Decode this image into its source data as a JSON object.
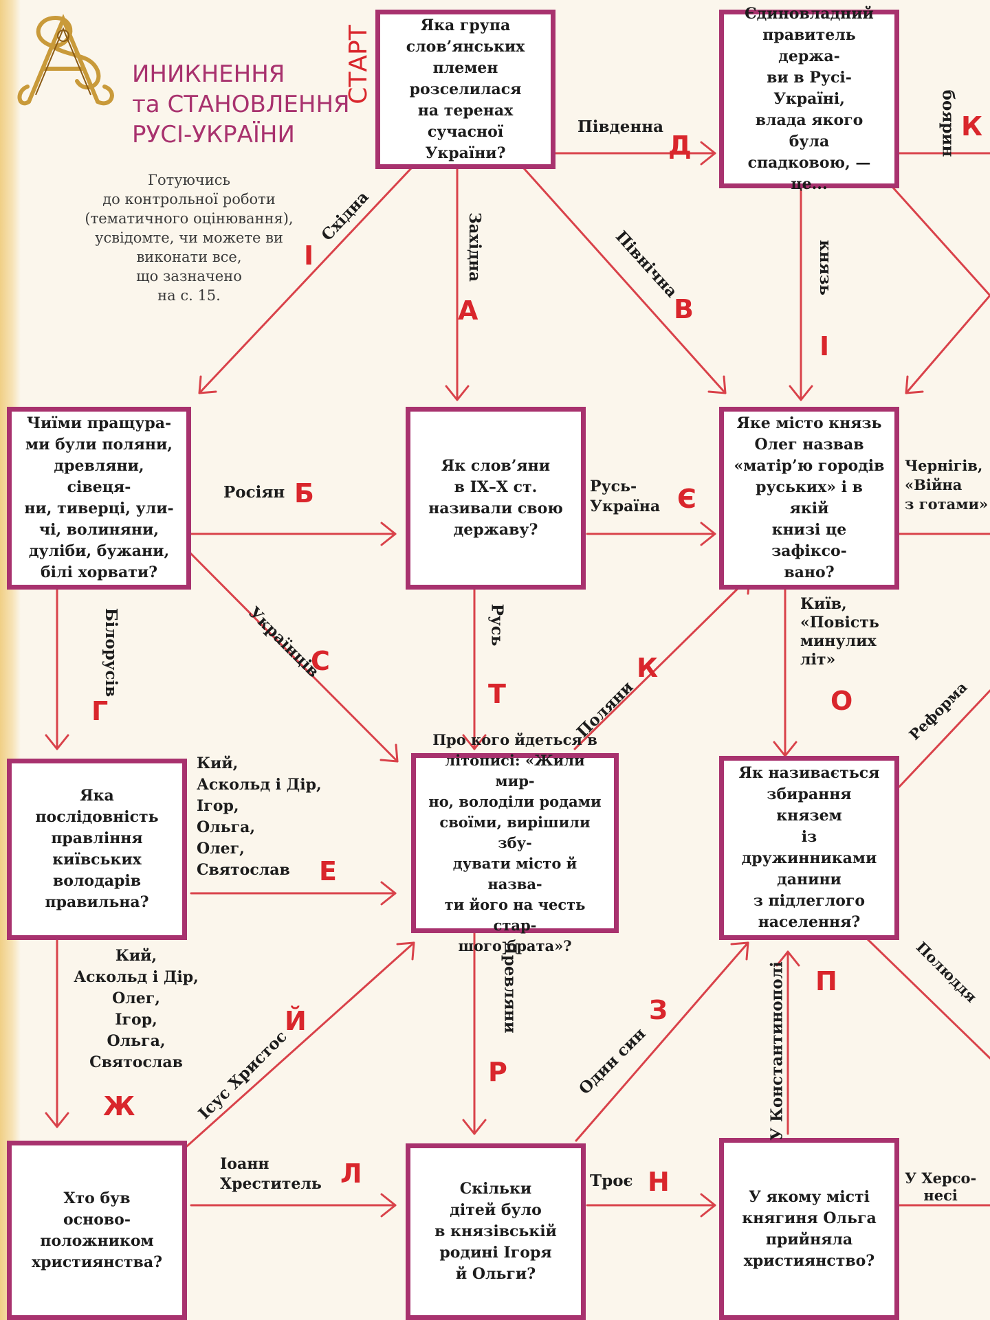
{
  "header": {
    "initial_logo": "ornamental-letter-V-icon",
    "title_line1": "ИНИКНЕННЯ",
    "title_line2": "та СТАНОВЛЕННЯ",
    "title_line3": "РУСІ-УКРАЇНИ",
    "intro": "Готуючись\nдо контрольної роботи\n(тематичного оцінювання),\nусвідомте, чи можете ви\nвиконати все,\nщо зазначено\nна с. 15.",
    "start_label": "СТАРТ"
  },
  "colors": {
    "box_border": "#a8326e",
    "arrow": "#d9424a",
    "letter": "#d9262c",
    "title": "#a8326e"
  },
  "questions": {
    "q_start": "Яка група\nслов’янських\nплемен\nрозселилася\nна теренах\nсучасної\nУкраїни?",
    "q_ruler": "Єдиновладний\nправитель держа-\nви в Русі-\nУкраїні,\nвлада якого була\nспадковою, —\nце...",
    "q_ancestors": "Чиїми пращура-\nми були поляни,\nдревляни, сівеця-\nни, тиверці, ули-\nчі, волиняни,\nдуліби, бужани,\nбілі хорвати?",
    "q_state_name": "Як слов’яни\nв IX–X ст.\nназивали свою\nдержаву?",
    "q_mother_city": "Яке місто князь\nОлег назвав\n«матір’ю городів\nруських» і в якій\nкнизі це зафіксо-\nвано?",
    "q_rulers_order": "Яка\nпослідовність\nправління\nкиївських\nволодарів\nправильна?",
    "q_chronicle": "Про кого йдеться в\nлітописі: «Жили мир-\nно, володіли родами\nсвоїми, вирішили збу-\nдувати місто й назва-\nти його на честь стар-\nшого брата»?",
    "q_tribute": "Як називається\nзбирання князем\nіз дружинниками\nданини\nз підлеглого\nнаселення?",
    "q_founder": "Хто був\nосново-\nположником\nхристиянства?",
    "q_children": "Скільки\nдітей було\nв князівській\nродині Ігоря\nй Ольги?",
    "q_baptism": "У якому місті\nкнягиня Ольга\nприйняла\nхристиянство?"
  },
  "answers": {
    "southern": "Південна",
    "eastern": "Східна",
    "western": "Західна",
    "northern": "Північна",
    "boyars": "боярин",
    "prince": "князь",
    "russians": "Росіян",
    "belarusians": "Білорусів",
    "ukrainians": "Українців",
    "rus_ukraine": "Русь-\nУкраїна",
    "rus": "Русь",
    "chernihiv": "Чернігів,\n«Війна\nз готами»",
    "kyiv": "Київ,\n«Повість\nминулих\nліт»",
    "polyany": "Поляни",
    "reform": "Реформа",
    "order_a": "Кий,\nАскольд і Дір,\nІгор,\nОльга,\nОлег,\nСвятослав",
    "order_b": "Кий,\nАскольд і Дір,\nОлег,\nІгор,\nОльга,\nСвятослав",
    "drevlyany": "Древляни",
    "polyuddya": "Полюддя",
    "jesus": "Ісус Христос",
    "john": "Іоанн\nХреститель",
    "one_son": "Один син",
    "three": "Троє",
    "constantinople": "У Константинополі",
    "chersonesus": "У Херсо-\nнесі"
  },
  "letters": {
    "southern": "Д",
    "boyars": "К",
    "eastern": "І",
    "western": "А",
    "northern": "В",
    "prince": "І",
    "russians": "Б",
    "rus_ukraine": "Є",
    "ukrainians": "С",
    "belarusians": "Г",
    "rus": "Т",
    "polyany": "К",
    "kyiv": "О",
    "order_a": "Е",
    "order_b": "Ж",
    "jesus": "Й",
    "drevlyany": "Р",
    "one_son": "З",
    "constantinople": "П",
    "john": "Л",
    "three": "Н"
  }
}
